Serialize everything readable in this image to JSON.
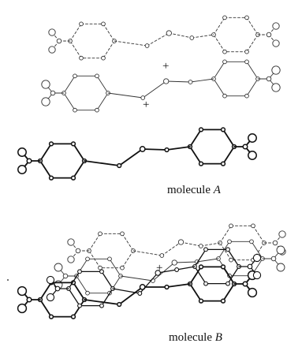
{
  "labels": {
    "molecule_a_prefix": "molecule ",
    "molecule_a_letter": "A",
    "molecule_b_prefix": "molecule ",
    "molecule_b_letter": "B"
  }
}
